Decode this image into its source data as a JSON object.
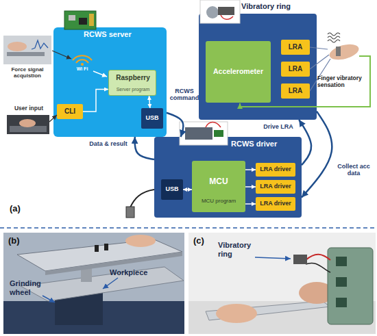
{
  "diagram": {
    "nodes": [
      {
        "text": [
          "RCWS server"
        ]
      },
      {
        "text": [
          "Raspberry",
          "Server program"
        ],
        "in": 0
      },
      {
        "text": [
          "CLI"
        ],
        "in": 0
      },
      {
        "text": [
          "USB"
        ],
        "in": 0
      },
      {
        "text": [
          "Vibratory ring"
        ]
      },
      {
        "text": [
          "Accelerometer"
        ],
        "in": 4
      },
      {
        "text": [
          "LRA"
        ],
        "in": 4
      },
      {
        "text": [
          "LRA"
        ],
        "in": 4
      },
      {
        "text": [
          "LRA"
        ],
        "in": 4
      },
      {
        "text": [
          "RCWS driver"
        ]
      },
      {
        "text": [
          "USB"
        ],
        "in": 9
      },
      {
        "text": [
          "MCU",
          "MCU program"
        ],
        "in": 9
      },
      {
        "text": [
          "LRA driver"
        ],
        "in": 9
      },
      {
        "text": [
          "LRA driver"
        ],
        "in": 9
      },
      {
        "text": [
          "LRA driver"
        ],
        "in": 9
      }
    ],
    "edges": [
      {
        "from": 2,
        "to": 1,
        "arrow": "to"
      },
      {
        "from": 1,
        "to": 3,
        "arrow": "both"
      },
      {
        "from": 0,
        "to": 9,
        "label": "RCWS command",
        "arrow": "to"
      },
      {
        "from": 9,
        "to": 0,
        "label": "Data & result",
        "arrow": "to"
      },
      {
        "from": 9,
        "to": 4,
        "label": "Drive LRA",
        "arrow": "to"
      },
      {
        "from": 4,
        "to": 9,
        "label": "Collect acc data",
        "arrow": "to"
      },
      {
        "from": 10,
        "to": 11,
        "arrow": "both"
      },
      {
        "from": 11,
        "to": 12,
        "arrow": "to"
      },
      {
        "from": 11,
        "to": 13,
        "arrow": "to"
      },
      {
        "from": 11,
        "to": 14,
        "arrow": "to"
      }
    ],
    "labels": [
      "Force signal acquistion",
      "User input",
      "Wi Fi",
      "Finger vibratory sensation",
      "(a)",
      "(b)",
      "Workpiece",
      "Grinding wheel",
      "(c)",
      "Vibratory ring"
    ]
  }
}
